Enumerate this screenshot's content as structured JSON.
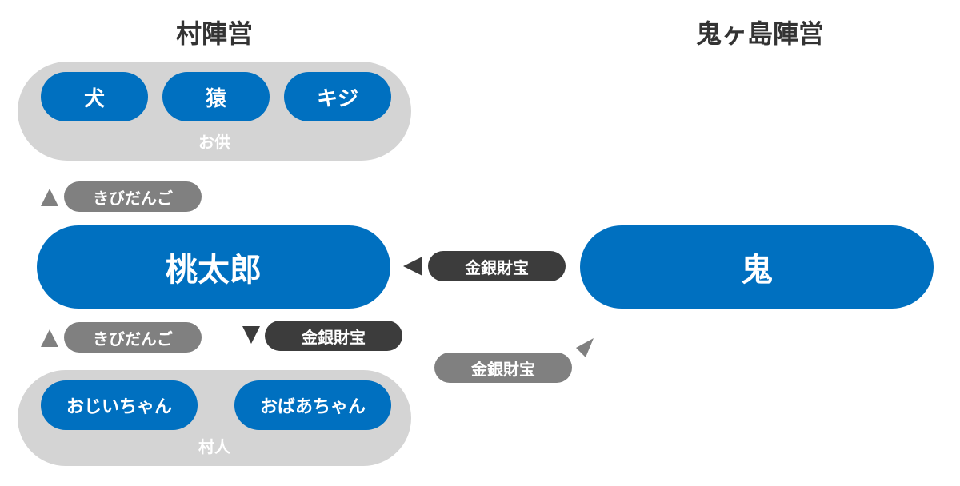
{
  "headers": {
    "village": "村陣営",
    "oni_island": "鬼ヶ島陣営"
  },
  "companions": {
    "label": "お供",
    "members": [
      "犬",
      "猿",
      "キジ"
    ]
  },
  "villagers": {
    "label": "村人",
    "members": [
      "おじいちゃん",
      "おばあちゃん"
    ]
  },
  "main": {
    "momotaro": "桃太郎",
    "oni": "鬼"
  },
  "flows": {
    "kibidango_to_companions": "きびだんご",
    "kibidango_from_villagers": "きびだんご",
    "treasure_to_villagers": "金銀財宝",
    "treasure_from_oni": "金銀財宝",
    "treasure_outgoing_oni": "金銀財宝"
  },
  "colors": {
    "node_blue": "#0070c0",
    "group_gray": "#d4d4d4",
    "tag_gray": "#808080",
    "tag_dark": "#3c3c3c"
  }
}
